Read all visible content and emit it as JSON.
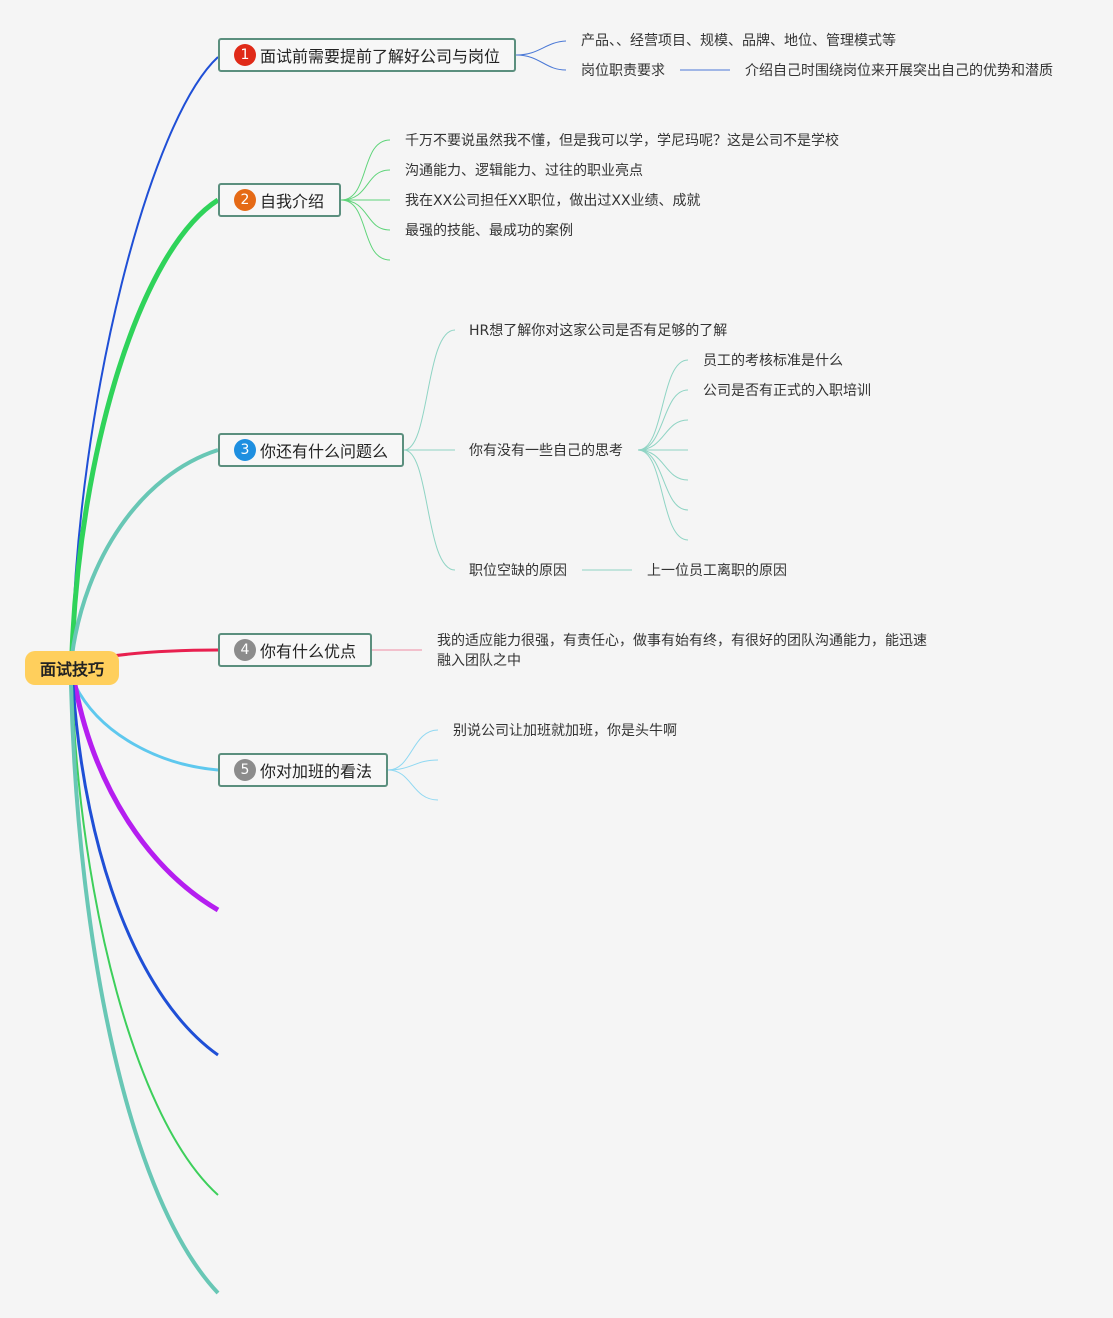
{
  "root": {
    "label": "面试技巧"
  },
  "colors": {
    "topic1": "#1f4fd6",
    "topic2": "#2fd35a",
    "topic3": "#68c7b5",
    "topic4": "#e8204f",
    "topic5": "#5ec8ee",
    "extra1": "#b51ef0",
    "extra2": "#1f4fd6",
    "extra3": "#3dcf5b",
    "extra4": "#68c7b5"
  },
  "topics": [
    {
      "number": "1",
      "badge_color": "#e02a18",
      "label": "面试前需要提前了解好公司与岗位",
      "children": [
        {
          "label": "产品、、经营项目、规模、品牌、地位、管理模式等"
        },
        {
          "label": "岗位职责要求",
          "children": [
            {
              "label": "介绍自己时围绕岗位来开展突出自己的优势和潜质"
            }
          ]
        }
      ]
    },
    {
      "number": "2",
      "badge_color": "#e56a16",
      "label": "自我介绍",
      "children": [
        {
          "label": "千万不要说虽然我不懂，但是我可以学，学尼玛呢？这是公司不是学校"
        },
        {
          "label": "沟通能力、逻辑能力、过往的职业亮点"
        },
        {
          "label": "我在XX公司担任XX职位，做出过XX业绩、成就"
        },
        {
          "label": "最强的技能、最成功的案例"
        },
        {
          "label": ""
        }
      ]
    },
    {
      "number": "3",
      "badge_color": "#1e8fe0",
      "label": "你还有什么问题么",
      "children": [
        {
          "label": "HR想了解你对这家公司是否有足够的了解"
        },
        {
          "label": "你有没有一些自己的思考",
          "children": [
            {
              "label": "员工的考核标准是什么"
            },
            {
              "label": "公司是否有正式的入职培训"
            },
            {
              "label": ""
            },
            {
              "label": ""
            },
            {
              "label": ""
            },
            {
              "label": ""
            }
          ]
        },
        {
          "label": "职位空缺的原因",
          "children": [
            {
              "label": "上一位员工离职的原因"
            }
          ]
        }
      ]
    },
    {
      "number": "4",
      "badge_color": "#8c8c8c",
      "label": "你有什么优点",
      "children": [
        {
          "label": "我的适应能力很强，有责任心，做事有始有终，有很好的团队沟通能力，能迅速融入团队之中"
        }
      ]
    },
    {
      "number": "5",
      "badge_color": "#8c8c8c",
      "label": "你对加班的看法",
      "children": [
        {
          "label": "别说公司让加班就加班，你是头牛啊"
        },
        {
          "label": ""
        },
        {
          "label": ""
        }
      ]
    }
  ]
}
